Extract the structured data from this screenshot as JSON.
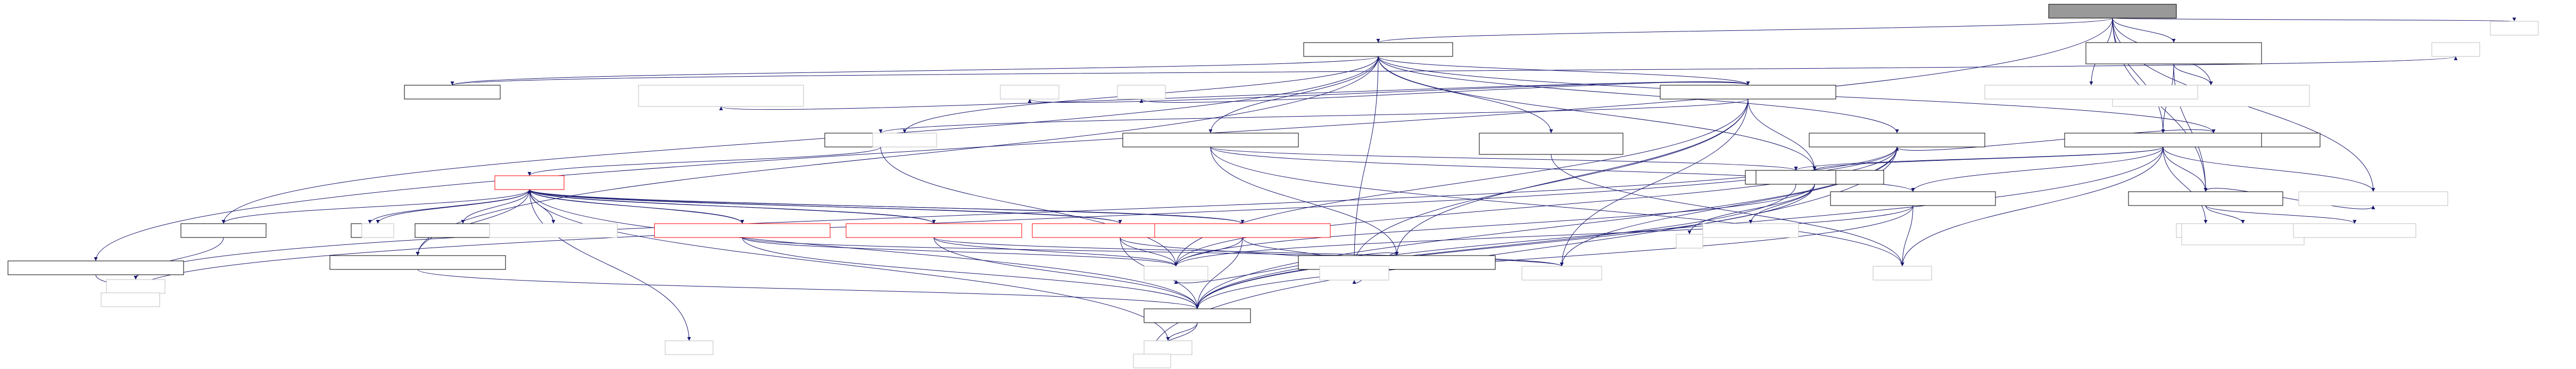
{
  "colors": {
    "edge": "#191970",
    "edge_red": "#8b0000",
    "node_border": "#000000",
    "node_border_grey": "#bfbfbf",
    "node_border_red": "#ff0000",
    "root_fill": "#999999",
    "node_fill": "#ffffff"
  },
  "nodes": [
    {
      "id": "n_root",
      "label": "",
      "style": "root"
    },
    {
      "id": "n_a",
      "label": "",
      "style": "normal"
    },
    {
      "id": "n_b",
      "label": "",
      "style": "normal"
    },
    {
      "id": "n_c",
      "label": "",
      "style": "grey"
    },
    {
      "id": "n_d",
      "label": "",
      "style": "normal"
    },
    {
      "id": "n_e",
      "label": "",
      "style": "grey"
    },
    {
      "id": "n_f",
      "label": "",
      "style": "normal"
    },
    {
      "id": "n_g",
      "label": "",
      "style": "normal"
    },
    {
      "id": "n_h",
      "label": "",
      "style": "normal"
    },
    {
      "id": "n_i",
      "label": "",
      "style": "normal"
    },
    {
      "id": "n_j",
      "label": "",
      "style": "normal"
    },
    {
      "id": "n_k",
      "label": "",
      "style": "grey"
    },
    {
      "id": "n_l",
      "label": "",
      "style": "grey"
    },
    {
      "id": "n_m",
      "label": "",
      "style": "red"
    },
    {
      "id": "n_n",
      "label": "",
      "style": "normal"
    },
    {
      "id": "n_o",
      "label": "",
      "style": "normal"
    },
    {
      "id": "n_p",
      "label": "",
      "style": "grey"
    },
    {
      "id": "n_q",
      "label": "",
      "style": "grey"
    },
    {
      "id": "n_r",
      "label": "",
      "style": "normal"
    },
    {
      "id": "n_s",
      "label": "",
      "style": "red"
    },
    {
      "id": "n_t",
      "label": "",
      "style": "red"
    },
    {
      "id": "n_u",
      "label": "",
      "style": "red"
    },
    {
      "id": "n_v",
      "label": "",
      "style": "red"
    },
    {
      "id": "n_w",
      "label": "",
      "style": "normal"
    },
    {
      "id": "n_x",
      "label": "",
      "style": "normal"
    },
    {
      "id": "n_y",
      "label": "",
      "style": "grey"
    },
    {
      "id": "n_z",
      "label": "",
      "style": "grey"
    },
    {
      "id": "n_aa",
      "label": "",
      "style": "grey"
    },
    {
      "id": "n_ab",
      "label": "",
      "style": "normal"
    },
    {
      "id": "n_ac",
      "label": "",
      "style": "grey"
    },
    {
      "id": "n_ad",
      "label": "",
      "style": "grey"
    },
    {
      "id": "n_ae",
      "label": "",
      "style": "grey"
    },
    {
      "id": "n_af",
      "label": "",
      "style": "grey"
    },
    {
      "id": "n_ag",
      "label": "",
      "style": "grey"
    },
    {
      "id": "n_ah",
      "label": "",
      "style": "normal"
    },
    {
      "id": "n_ai",
      "label": "",
      "style": "normal"
    },
    {
      "id": "n_aj",
      "label": "",
      "style": "normal"
    },
    {
      "id": "n_ak",
      "label": "",
      "style": "normal"
    },
    {
      "id": "n_al",
      "label": "",
      "style": "normal"
    },
    {
      "id": "n_am",
      "label": "",
      "style": "normal"
    },
    {
      "id": "n_an",
      "label": "",
      "style": "grey"
    },
    {
      "id": "n_ao",
      "label": "",
      "style": "grey"
    },
    {
      "id": "n_ap",
      "label": "",
      "style": "grey"
    },
    {
      "id": "n_aq",
      "label": "",
      "style": "grey"
    },
    {
      "id": "n_ar",
      "label": "",
      "style": "normal"
    },
    {
      "id": "n_as",
      "label": "",
      "style": "grey"
    },
    {
      "id": "n_at",
      "label": "",
      "style": "grey"
    },
    {
      "id": "n_au",
      "label": "",
      "style": "grey"
    },
    {
      "id": "n_av",
      "label": "",
      "style": "grey"
    },
    {
      "id": "n_aw",
      "label": "",
      "style": "grey"
    },
    {
      "id": "n_ax",
      "label": "",
      "style": "grey"
    },
    {
      "id": "n_ay",
      "label": "",
      "style": "grey"
    }
  ],
  "edges": [
    [
      "n_root",
      "n_a"
    ],
    [
      "n_root",
      "n_b"
    ],
    [
      "n_root",
      "n_y"
    ],
    [
      "n_root",
      "n_x"
    ],
    [
      "n_root",
      "n_aa"
    ],
    [
      "n_root",
      "n_ab"
    ],
    [
      "n_root",
      "n_z"
    ],
    [
      "n_root",
      "n_ar"
    ],
    [
      "n_root",
      "n_ay"
    ],
    [
      "n_a",
      "n_d"
    ],
    [
      "n_a",
      "n_f"
    ],
    [
      "n_a",
      "n_h"
    ],
    [
      "n_a",
      "n_g"
    ],
    [
      "n_a",
      "n_i"
    ],
    [
      "n_a",
      "n_j"
    ],
    [
      "n_a",
      "n_q"
    ],
    [
      "n_a",
      "n_ak"
    ],
    [
      "n_a",
      "n_r"
    ],
    [
      "n_a",
      "n_au"
    ],
    [
      "n_a",
      "n_o"
    ],
    [
      "n_b",
      "n_x"
    ],
    [
      "n_b",
      "n_ab"
    ],
    [
      "n_b",
      "n_z"
    ],
    [
      "n_d",
      "n_c"
    ],
    [
      "n_f",
      "n_e"
    ],
    [
      "n_f",
      "n_k"
    ],
    [
      "n_f",
      "n_l"
    ],
    [
      "n_f",
      "n_n"
    ],
    [
      "n_f",
      "n_aq"
    ],
    [
      "n_f",
      "n_ak"
    ],
    [
      "n_f",
      "n_au"
    ],
    [
      "n_f",
      "n_w"
    ],
    [
      "n_f",
      "n_at"
    ],
    [
      "n_g",
      "n_j"
    ],
    [
      "n_h",
      "n_al"
    ],
    [
      "n_h",
      "n_am"
    ],
    [
      "n_h",
      "n_w"
    ],
    [
      "n_h",
      "n_av"
    ],
    [
      "n_i",
      "n_av"
    ],
    [
      "n_j",
      "n_aw"
    ],
    [
      "n_j",
      "n_ax"
    ],
    [
      "n_j",
      "n_aq"
    ],
    [
      "n_j",
      "n_p"
    ],
    [
      "n_j",
      "n_at"
    ],
    [
      "n_j",
      "n_aj"
    ],
    [
      "n_n",
      "n_m"
    ],
    [
      "n_n",
      "n_aq"
    ],
    [
      "n_m",
      "n_o"
    ],
    [
      "n_m",
      "n_ah"
    ],
    [
      "n_m",
      "n_ai"
    ],
    [
      "n_m",
      "n_s"
    ],
    [
      "n_m",
      "n_t"
    ],
    [
      "n_m",
      "n_u"
    ],
    [
      "n_m",
      "n_v"
    ],
    [
      "n_m",
      "n_r"
    ],
    [
      "n_m",
      "n_aj"
    ],
    [
      "n_m",
      "n_ap"
    ],
    [
      "n_m",
      "n_ao"
    ],
    [
      "n_m",
      "n_an"
    ],
    [
      "n_m",
      "n_as"
    ],
    [
      "n_o",
      "n_p"
    ],
    [
      "n_r",
      "n_aj"
    ],
    [
      "n_s",
      "n_m"
    ],
    [
      "n_s",
      "n_aq"
    ],
    [
      "n_s",
      "n_aj"
    ],
    [
      "n_s",
      "n_at"
    ],
    [
      "n_t",
      "n_m"
    ],
    [
      "n_t",
      "n_aq"
    ],
    [
      "n_t",
      "n_aj"
    ],
    [
      "n_t",
      "n_at"
    ],
    [
      "n_u",
      "n_m"
    ],
    [
      "n_u",
      "n_aq"
    ],
    [
      "n_u",
      "n_aj"
    ],
    [
      "n_u",
      "n_au"
    ],
    [
      "n_v",
      "n_m"
    ],
    [
      "n_v",
      "n_aq"
    ],
    [
      "n_v",
      "n_aj"
    ],
    [
      "n_v",
      "n_au"
    ],
    [
      "n_w",
      "n_aq"
    ],
    [
      "n_w",
      "n_au"
    ],
    [
      "n_x",
      "n_ab"
    ],
    [
      "n_x",
      "n_am"
    ],
    [
      "n_x",
      "n_al"
    ],
    [
      "n_x",
      "n_ak"
    ],
    [
      "n_x",
      "n_av"
    ],
    [
      "n_x",
      "n_ac"
    ],
    [
      "n_x",
      "n_ay"
    ],
    [
      "n_x",
      "n_aj"
    ],
    [
      "n_ab",
      "n_ad"
    ],
    [
      "n_ab",
      "n_ae"
    ],
    [
      "n_ab",
      "n_ay"
    ],
    [
      "n_al",
      "n_aq"
    ],
    [
      "n_al",
      "n_av"
    ],
    [
      "n_al",
      "n_aj"
    ],
    [
      "n_am",
      "n_aj"
    ],
    [
      "n_ak",
      "n_aq"
    ],
    [
      "n_ak",
      "n_af"
    ],
    [
      "n_ak",
      "n_ag"
    ],
    [
      "n_ak",
      "n_aj"
    ],
    [
      "n_aj",
      "n_ap"
    ],
    [
      "n_aj",
      "n_ax"
    ],
    [
      "n_ar",
      "n_aw"
    ]
  ]
}
